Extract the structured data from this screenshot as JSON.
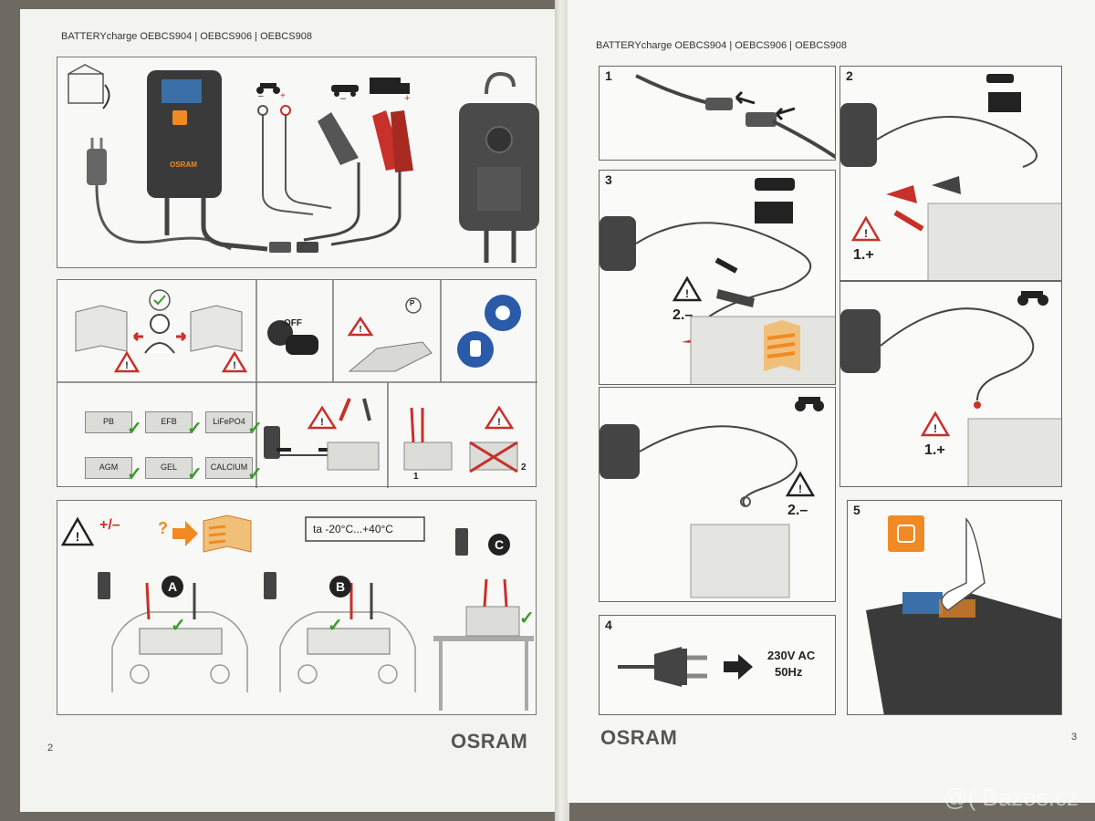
{
  "left_page": {
    "header": "BATTERYcharge OEBCS904 | OEBCS906 | OEBCS908",
    "brand": "OSRAM",
    "page_number": "2",
    "off_label": "OFF",
    "parking_label": "P",
    "battery_types": [
      "PB",
      "EFB",
      "LiFePO4",
      "AGM",
      "GEL",
      "CALCIUM"
    ],
    "connection_labels": [
      "1",
      "2"
    ],
    "temperature": "ta -20°C...+40°C",
    "polarity": "+/–",
    "question": "?",
    "methods": [
      "A",
      "B",
      "C"
    ]
  },
  "right_page": {
    "header": "BATTERYcharge OEBCS904 | OEBCS906 | OEBCS908",
    "brand": "OSRAM",
    "page_number": "3",
    "steps": [
      "1",
      "2",
      "3",
      "4",
      "5"
    ],
    "step2_label": "1.+",
    "step3_label": "2.–",
    "step3b_label": "2.–",
    "step2b_label": "1.+",
    "power_spec_line1": "230V AC",
    "power_spec_line2": "50Hz"
  },
  "watermark": "@( Bazos.cz",
  "colors": {
    "accent_orange": "#f08a24",
    "warning_red": "#d8372a",
    "check_green": "#3a9a2a",
    "clip_red": "#c8302a",
    "ppe_blue": "#2a5aa8"
  }
}
